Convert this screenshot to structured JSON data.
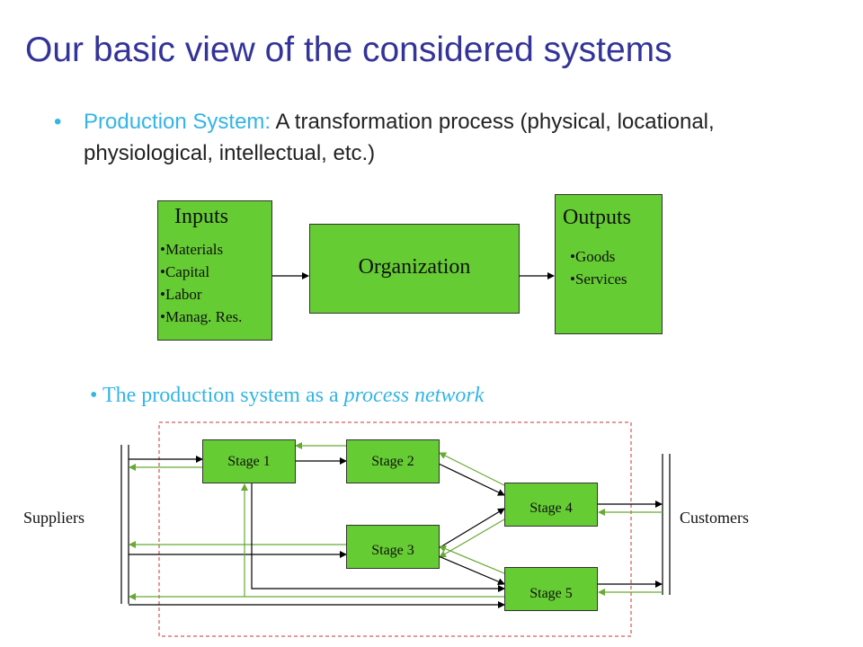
{
  "title": "Our basic view of the considered systems",
  "bullet": {
    "marker": "•",
    "lead": "Production System:",
    "text": " A transformation process (physical, locational, physiological, intellectual, etc.)"
  },
  "inputs": {
    "heading": "Inputs",
    "items": [
      "•Materials",
      "•Capital",
      "•Labor",
      "•Manag. Res."
    ]
  },
  "organization": {
    "label": "Organization"
  },
  "outputs": {
    "heading": "Outputs",
    "items": [
      "•Goods",
      "•Services"
    ]
  },
  "network": {
    "marker": "•",
    "lead": "The production system as a ",
    "emph": "process network"
  },
  "stages": [
    "Stage 1",
    "Stage 2",
    "Stage 3",
    "Stage 4",
    "Stage 5"
  ],
  "suppliers": "Suppliers",
  "customers": "Customers",
  "colors": {
    "title": "#333399",
    "accent": "#33b5e5",
    "box_fill": "#66cc33",
    "flow_arrow": "#000000",
    "feedback_arrow": "#66aa33",
    "boundary": "#cc3333"
  }
}
